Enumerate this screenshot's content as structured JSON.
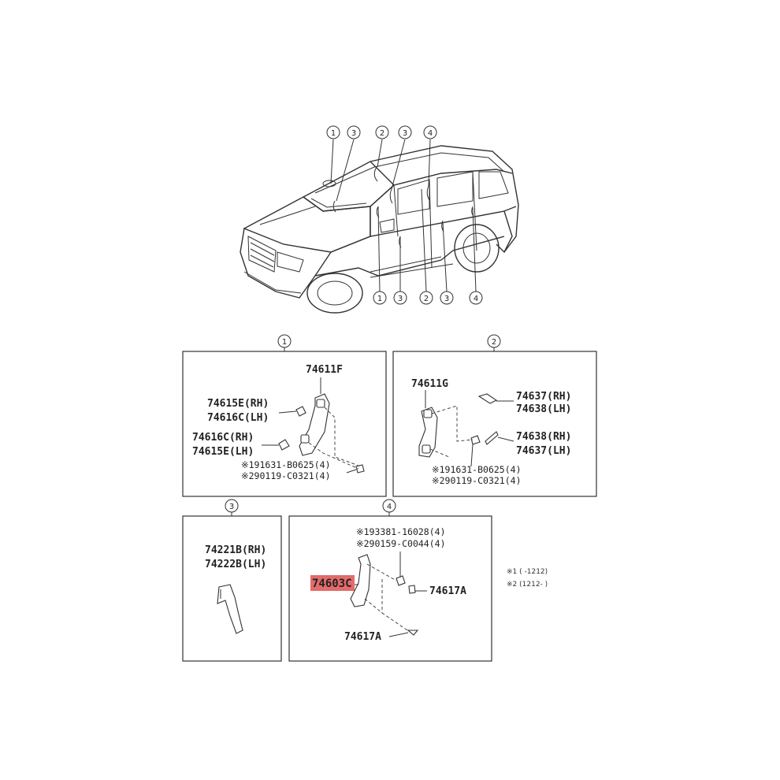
{
  "callouts": {
    "top": [
      "1",
      "3",
      "2",
      "3",
      "4"
    ],
    "bottom": [
      "1",
      "3",
      "2",
      "3",
      "4"
    ]
  },
  "panels": {
    "p1": {
      "marker": "1",
      "labels": [
        "74611F",
        "74615E(RH)",
        "74616C(LH)",
        "74616C(RH)",
        "74615E(LH)",
        "※191631-B0625(4)",
        "※290119-C0321(4)"
      ]
    },
    "p2": {
      "marker": "2",
      "labels": [
        "74611G",
        "74637(RH)",
        "74638(LH)",
        "74638(RH)",
        "74637(LH)",
        "※191631-B0625(4)",
        "※290119-C0321(4)"
      ]
    },
    "p3": {
      "marker": "3",
      "labels": [
        "74221B(RH)",
        "74222B(LH)"
      ]
    },
    "p4": {
      "marker": "4",
      "labels": [
        "※193381-16028(4)",
        "※290159-C0044(4)",
        "74603C",
        "74617A",
        "74617A"
      ],
      "highlight_color": "#e36b6b"
    }
  },
  "notes": [
    "※1 (    -1212)",
    "※2 (1212-    )"
  ]
}
